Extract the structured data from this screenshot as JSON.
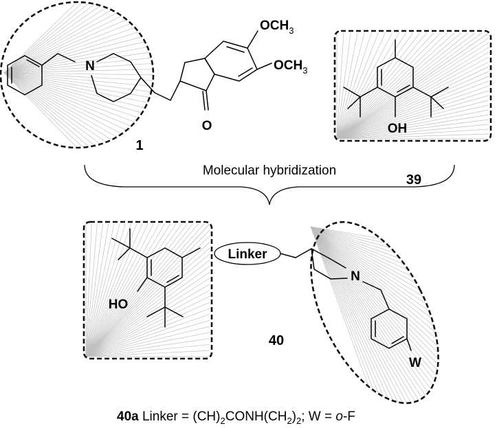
{
  "labels": {
    "ome_top": "OCH",
    "ome_top_sub": "3",
    "ome_bottom": "OCH",
    "ome_bottom_sub": "3",
    "n_atom_1": "N",
    "carbonyl_o": "O",
    "oh_39": "OH",
    "ho_40": "HO",
    "n_atom_40": "N",
    "w_atom": "W",
    "linker": "Linker"
  },
  "compounds": {
    "c1": "1",
    "c39": "39",
    "c40": "40"
  },
  "arrow_label": "Molecular hybridization",
  "caption": {
    "id": "40a",
    "t1": " Linker = (CH)",
    "s1": "2",
    "t2": "CONH(CH",
    "s2": "2",
    "t3": ")",
    "s3": "2",
    "t4": "; W = ",
    "italic": "o",
    "t5": "-F"
  }
}
